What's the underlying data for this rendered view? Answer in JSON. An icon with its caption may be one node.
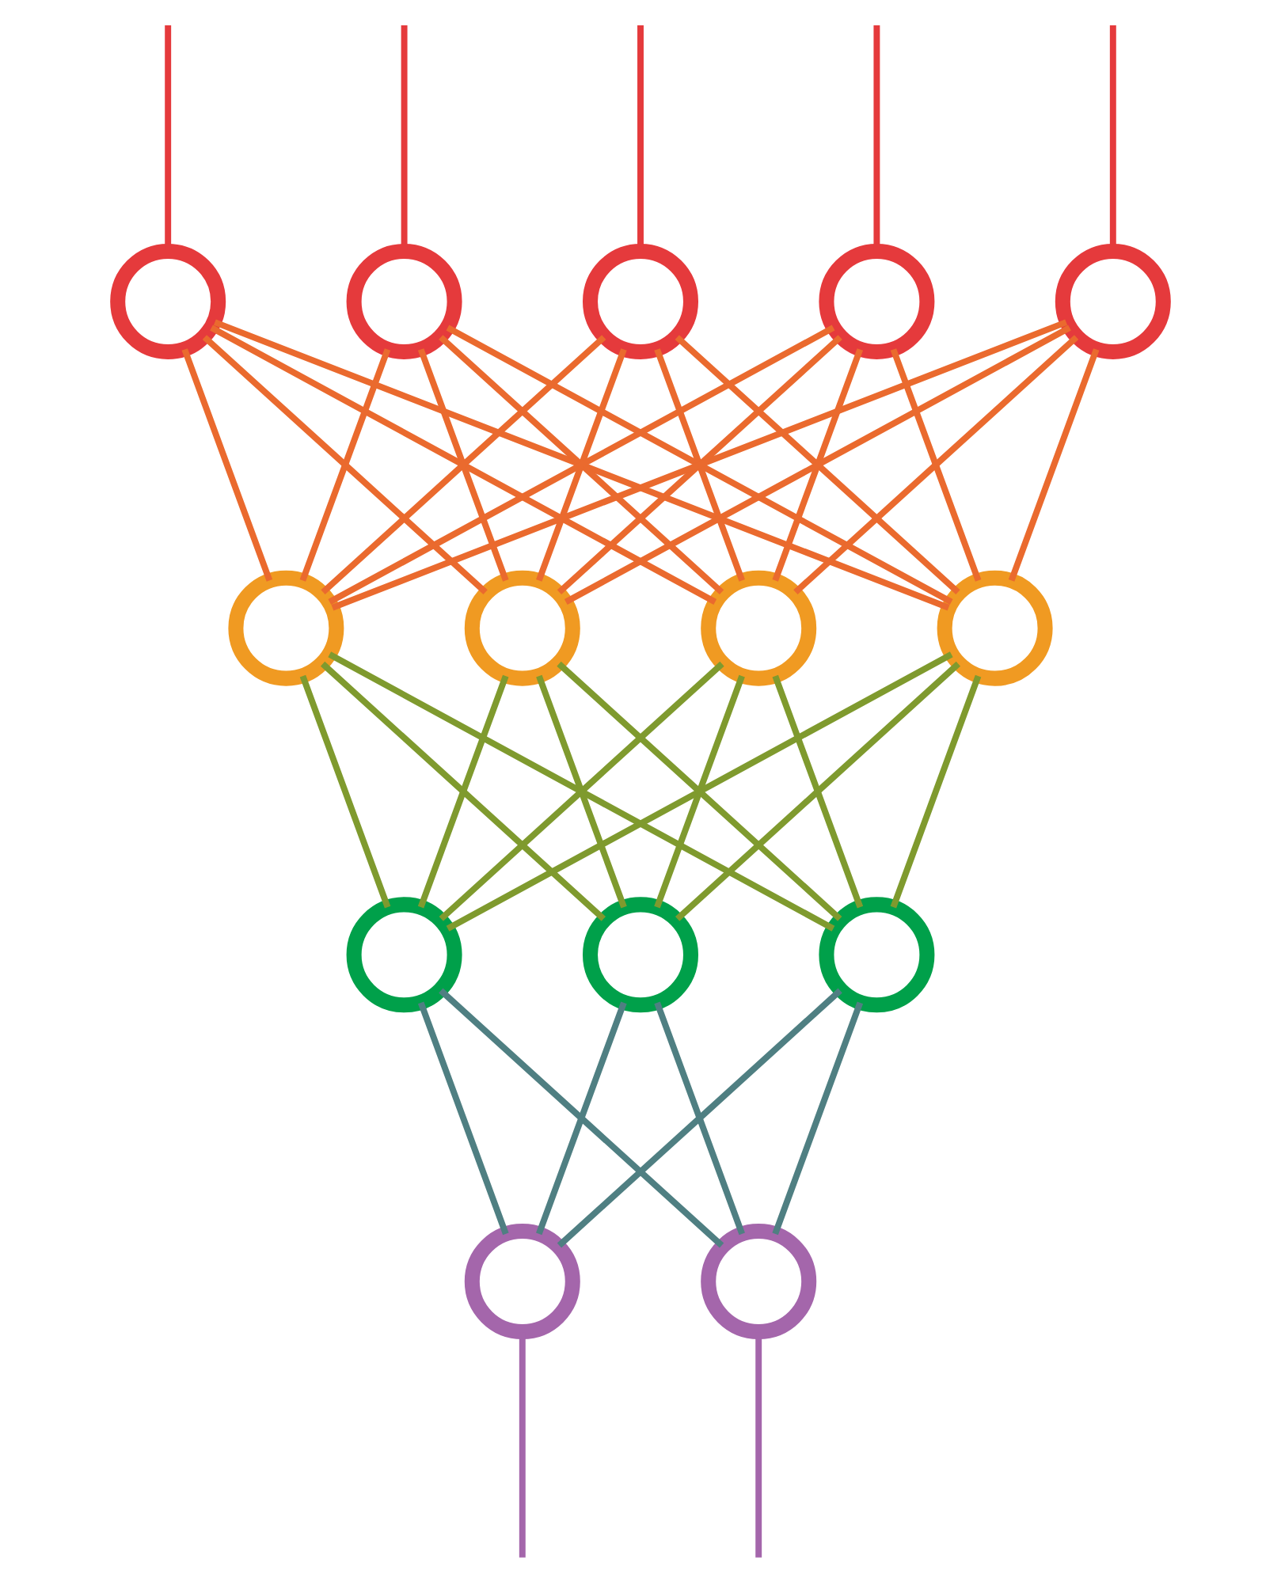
{
  "diagram": {
    "nodes": [
      {
        "text": [],
        "shape": "circle"
      },
      {
        "text": [],
        "shape": "circle"
      },
      {
        "text": [],
        "shape": "circle"
      },
      {
        "text": [],
        "shape": "circle"
      },
      {
        "text": [],
        "shape": "circle"
      },
      {
        "text": [],
        "shape": "circle"
      },
      {
        "text": [],
        "shape": "circle"
      },
      {
        "text": [],
        "shape": "circle"
      },
      {
        "text": [],
        "shape": "circle"
      },
      {
        "text": [],
        "shape": "circle"
      },
      {
        "text": [],
        "shape": "circle"
      },
      {
        "text": [],
        "shape": "circle"
      },
      {
        "text": [],
        "shape": "circle"
      },
      {
        "text": [],
        "shape": "circle"
      }
    ],
    "edges": [
      {
        "from": null,
        "to": 0,
        "arrow": "none",
        "color": "#e53a3c"
      },
      {
        "from": null,
        "to": 1,
        "arrow": "none",
        "color": "#e53a3c"
      },
      {
        "from": null,
        "to": 2,
        "arrow": "none",
        "color": "#e53a3c"
      },
      {
        "from": null,
        "to": 3,
        "arrow": "none",
        "color": "#e53a3c"
      },
      {
        "from": null,
        "to": 4,
        "arrow": "none",
        "color": "#e53a3c"
      },
      {
        "from": 0,
        "to": 5,
        "arrow": "none",
        "color": "#ea6a2e"
      },
      {
        "from": 0,
        "to": 6,
        "arrow": "none",
        "color": "#ea6a2e"
      },
      {
        "from": 0,
        "to": 7,
        "arrow": "none",
        "color": "#ea6a2e"
      },
      {
        "from": 0,
        "to": 8,
        "arrow": "none",
        "color": "#ea6a2e"
      },
      {
        "from": 1,
        "to": 5,
        "arrow": "none",
        "color": "#ea6a2e"
      },
      {
        "from": 1,
        "to": 6,
        "arrow": "none",
        "color": "#ea6a2e"
      },
      {
        "from": 1,
        "to": 7,
        "arrow": "none",
        "color": "#ea6a2e"
      },
      {
        "from": 1,
        "to": 8,
        "arrow": "none",
        "color": "#ea6a2e"
      },
      {
        "from": 2,
        "to": 5,
        "arrow": "none",
        "color": "#ea6a2e"
      },
      {
        "from": 2,
        "to": 6,
        "arrow": "none",
        "color": "#ea6a2e"
      },
      {
        "from": 2,
        "to": 7,
        "arrow": "none",
        "color": "#ea6a2e"
      },
      {
        "from": 2,
        "to": 8,
        "arrow": "none",
        "color": "#ea6a2e"
      },
      {
        "from": 3,
        "to": 5,
        "arrow": "none",
        "color": "#ea6a2e"
      },
      {
        "from": 3,
        "to": 6,
        "arrow": "none",
        "color": "#ea6a2e"
      },
      {
        "from": 3,
        "to": 7,
        "arrow": "none",
        "color": "#ea6a2e"
      },
      {
        "from": 3,
        "to": 8,
        "arrow": "none",
        "color": "#ea6a2e"
      },
      {
        "from": 4,
        "to": 5,
        "arrow": "none",
        "color": "#ea6a2e"
      },
      {
        "from": 4,
        "to": 6,
        "arrow": "none",
        "color": "#ea6a2e"
      },
      {
        "from": 4,
        "to": 7,
        "arrow": "none",
        "color": "#ea6a2e"
      },
      {
        "from": 4,
        "to": 8,
        "arrow": "none",
        "color": "#ea6a2e"
      },
      {
        "from": 5,
        "to": 9,
        "arrow": "none",
        "color": "#7f9a2e"
      },
      {
        "from": 5,
        "to": 10,
        "arrow": "none",
        "color": "#7f9a2e"
      },
      {
        "from": 5,
        "to": 11,
        "arrow": "none",
        "color": "#7f9a2e"
      },
      {
        "from": 6,
        "to": 9,
        "arrow": "none",
        "color": "#7f9a2e"
      },
      {
        "from": 6,
        "to": 10,
        "arrow": "none",
        "color": "#7f9a2e"
      },
      {
        "from": 6,
        "to": 11,
        "arrow": "none",
        "color": "#7f9a2e"
      },
      {
        "from": 7,
        "to": 9,
        "arrow": "none",
        "color": "#7f9a2e"
      },
      {
        "from": 7,
        "to": 10,
        "arrow": "none",
        "color": "#7f9a2e"
      },
      {
        "from": 7,
        "to": 11,
        "arrow": "none",
        "color": "#7f9a2e"
      },
      {
        "from": 8,
        "to": 9,
        "arrow": "none",
        "color": "#7f9a2e"
      },
      {
        "from": 8,
        "to": 10,
        "arrow": "none",
        "color": "#7f9a2e"
      },
      {
        "from": 8,
        "to": 11,
        "arrow": "none",
        "color": "#7f9a2e"
      },
      {
        "from": 9,
        "to": 12,
        "arrow": "none",
        "color": "#4f7f82"
      },
      {
        "from": 9,
        "to": 13,
        "arrow": "none",
        "color": "#4f7f82"
      },
      {
        "from": 10,
        "to": 12,
        "arrow": "none",
        "color": "#4f7f82"
      },
      {
        "from": 10,
        "to": 13,
        "arrow": "none",
        "color": "#4f7f82"
      },
      {
        "from": 11,
        "to": 12,
        "arrow": "none",
        "color": "#4f7f82"
      },
      {
        "from": 11,
        "to": 13,
        "arrow": "none",
        "color": "#4f7f82"
      },
      {
        "from": 12,
        "to": null,
        "arrow": "none",
        "color": "#a466ab"
      },
      {
        "from": 13,
        "to": null,
        "arrow": "none",
        "color": "#a466ab"
      }
    ]
  }
}
